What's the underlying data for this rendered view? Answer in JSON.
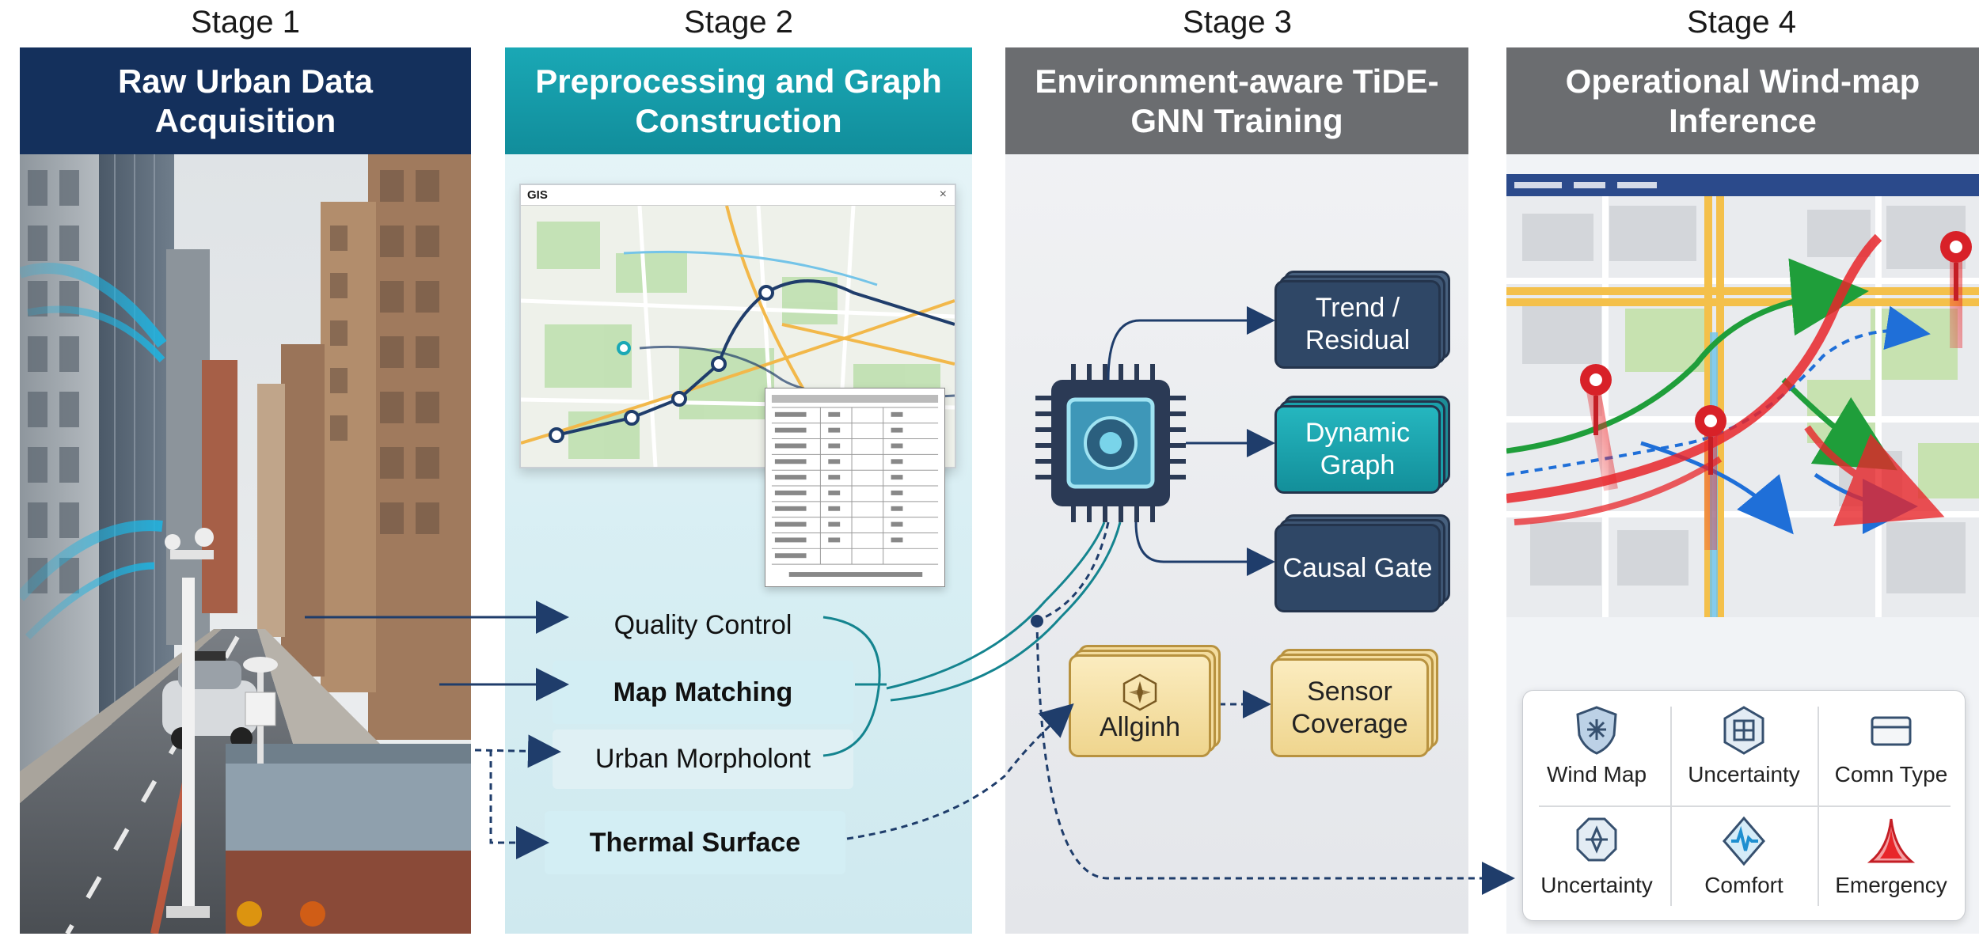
{
  "stages": [
    {
      "label": "Stage 1",
      "title": "Raw Urban Data Acquisition"
    },
    {
      "label": "Stage 2",
      "title": "Preprocessing and Graph Construction"
    },
    {
      "label": "Stage 3",
      "title": "Environment-aware TiDE-GNN Training"
    },
    {
      "label": "Stage 4",
      "title": "Operational Wind-map Inference"
    }
  ],
  "stage2": {
    "map_title": "GIS",
    "map_close": "×",
    "steps": [
      "Quality Control",
      "Map Matching",
      "Urban Morpholont",
      "Thermal Surface"
    ]
  },
  "stage3": {
    "outputs": [
      "Trend / Residual",
      "Dynamic Graph",
      "Causal Gate"
    ],
    "aux": [
      "Allginh",
      "Sensor Coverage"
    ]
  },
  "stage4": {
    "legend": [
      "Wind Map",
      "Uncertainty",
      "Comn Type",
      "Uncertainty",
      "Comfort",
      "Emergency"
    ]
  },
  "colors": {
    "navy": "#14305c",
    "teal": "#1aa8b5",
    "gray_header": "#6b6d70",
    "chip": "#2b3a55",
    "arrow": "#1f3d6b"
  }
}
